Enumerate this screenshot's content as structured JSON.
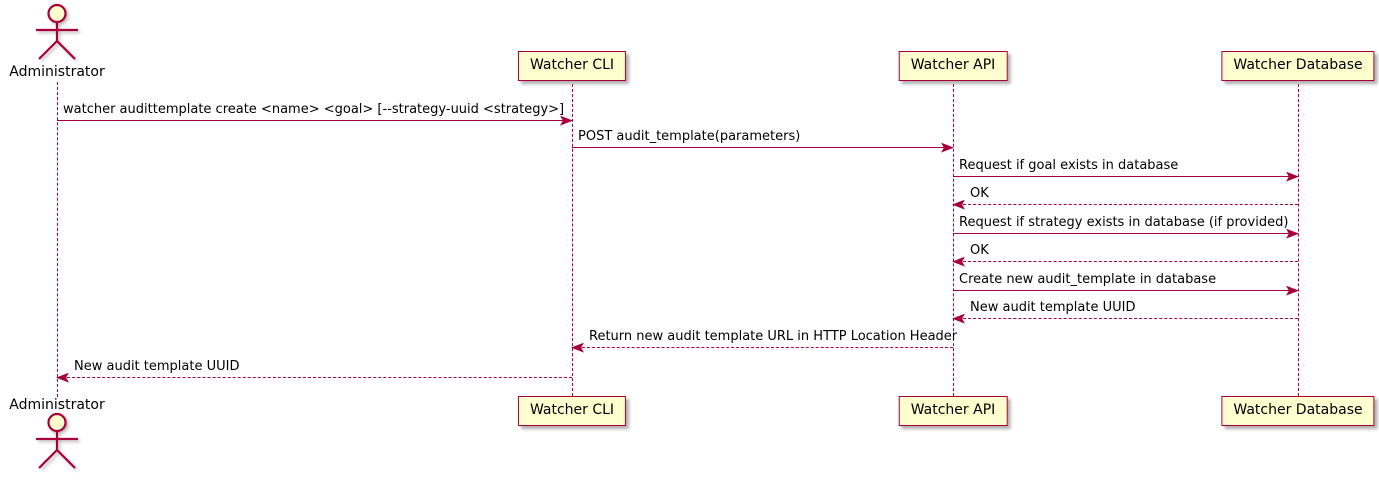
{
  "diagram_type": "sequence-diagram",
  "colors": {
    "line": "#A80036",
    "participant_fill": "#FEFECE",
    "text": "#000000",
    "background": "#FFFFFF"
  },
  "participants": [
    {
      "name": "Administrator",
      "type": "actor"
    },
    {
      "name": "Watcher CLI",
      "type": "participant"
    },
    {
      "name": "Watcher API",
      "type": "participant"
    },
    {
      "name": "Watcher Database",
      "type": "participant"
    }
  ],
  "messages": [
    {
      "from": "Administrator",
      "to": "Watcher CLI",
      "style": "solid",
      "direction": "right",
      "text": "watcher audittemplate create <name> <goal> [--strategy-uuid <strategy>]"
    },
    {
      "from": "Watcher CLI",
      "to": "Watcher API",
      "style": "solid",
      "direction": "right",
      "text": "POST audit_template(parameters)"
    },
    {
      "from": "Watcher API",
      "to": "Watcher Database",
      "style": "solid",
      "direction": "right",
      "text": "Request if goal exists in database"
    },
    {
      "from": "Watcher Database",
      "to": "Watcher API",
      "style": "dashed",
      "direction": "left",
      "text": "OK"
    },
    {
      "from": "Watcher API",
      "to": "Watcher Database",
      "style": "solid",
      "direction": "right",
      "text": "Request if strategy exists in database (if provided)"
    },
    {
      "from": "Watcher Database",
      "to": "Watcher API",
      "style": "dashed",
      "direction": "left",
      "text": "OK"
    },
    {
      "from": "Watcher API",
      "to": "Watcher Database",
      "style": "solid",
      "direction": "right",
      "text": "Create new audit_template in database"
    },
    {
      "from": "Watcher Database",
      "to": "Watcher API",
      "style": "dashed",
      "direction": "left",
      "text": "New audit template UUID"
    },
    {
      "from": "Watcher API",
      "to": "Watcher CLI",
      "style": "dashed",
      "direction": "left",
      "text": "Return new audit template URL in HTTP Location Header"
    },
    {
      "from": "Watcher CLI",
      "to": "Administrator",
      "style": "dashed",
      "direction": "left",
      "text": "New audit template UUID"
    }
  ]
}
